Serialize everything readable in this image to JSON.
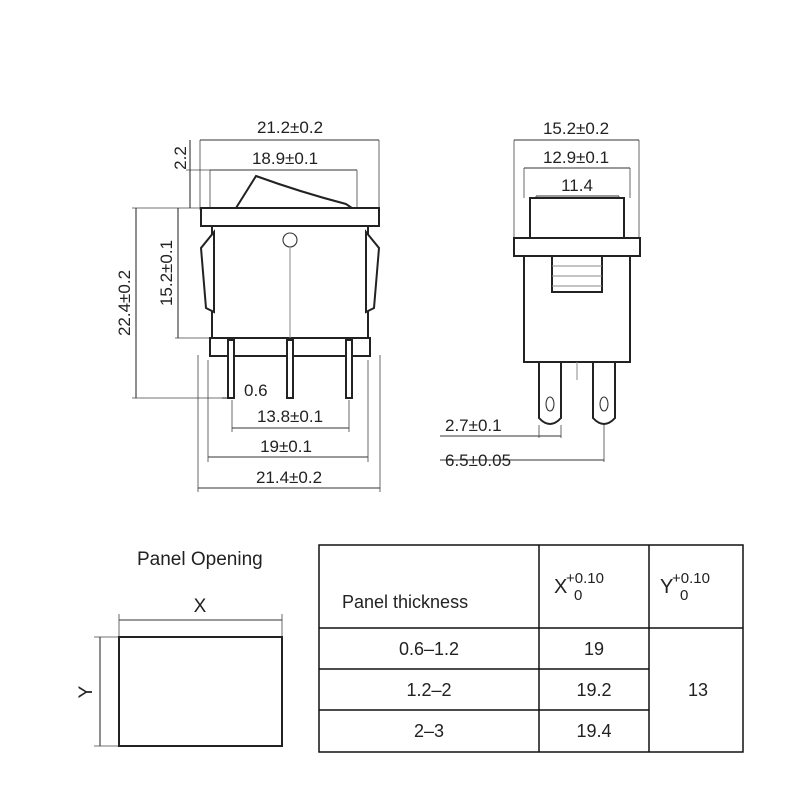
{
  "front_view": {
    "dims": {
      "total_width": "21.2±0.2",
      "rocker_width": "18.9±0.1",
      "rocker_height": "2.2",
      "total_height": "22.4±0.2",
      "body_height": "15.2±0.1",
      "pin_thickness": "0.6",
      "pin_span_inner": "13.8±0.1",
      "pin_span_outer": "19±0.1",
      "base_width": "21.4±0.2"
    }
  },
  "side_view": {
    "dims": {
      "flange_width": "15.2±0.2",
      "body_width": "12.9±0.1",
      "rocker_width": "11.4",
      "terminal_width": "2.7±0.1",
      "terminal_pitch": "6.5±0.05"
    }
  },
  "panel": {
    "title": "Panel Opening",
    "x_label": "X",
    "y_label": "Y"
  },
  "table": {
    "header": {
      "thickness": "Panel thickness",
      "x_main": "X",
      "y_main": "Y",
      "tol_upper": "+0.10",
      "tol_lower": "0"
    },
    "rows": [
      {
        "thickness": "0.6–1.2",
        "x": "19"
      },
      {
        "thickness": "1.2–2",
        "x": "19.2"
      },
      {
        "thickness": "2–3",
        "x": "19.4"
      }
    ],
    "y_value": "13"
  }
}
